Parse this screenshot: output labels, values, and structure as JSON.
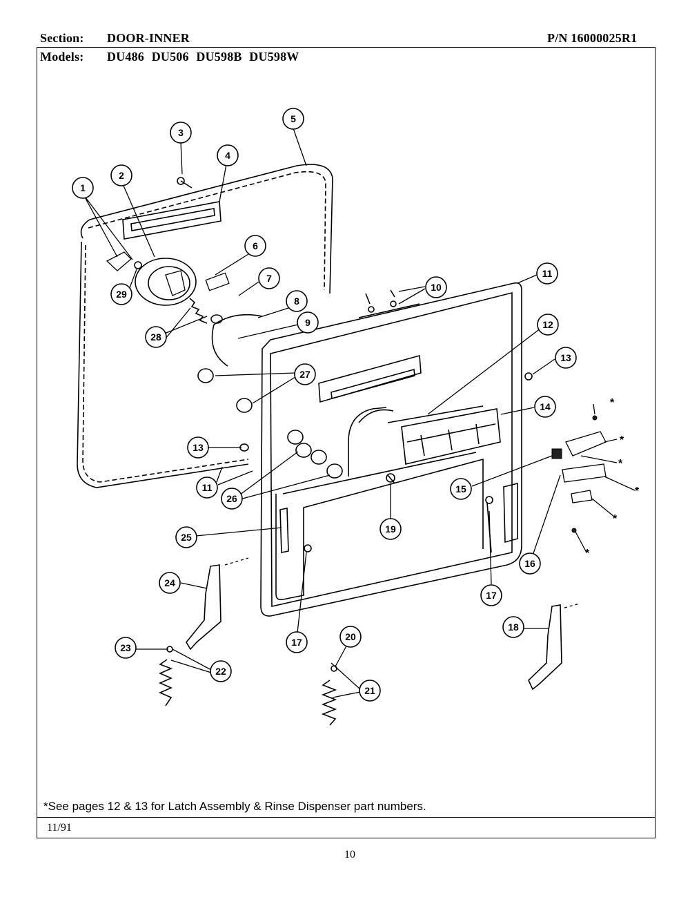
{
  "header": {
    "section_label": "Section:",
    "section_value": "DOOR-INNER",
    "part_number": "P/N 16000025R1",
    "models_label": "Models:",
    "models_value": "DU486 DU506 DU598B DU598W"
  },
  "callouts": [
    "1",
    "2",
    "3",
    "4",
    "5",
    "6",
    "7",
    "8",
    "9",
    "10",
    "11",
    "11",
    "12",
    "13",
    "13",
    "14",
    "15",
    "16",
    "17",
    "17",
    "18",
    "19",
    "20",
    "21",
    "22",
    "23",
    "24",
    "25",
    "26",
    "27",
    "28",
    "29"
  ],
  "asterisk": "*",
  "footnote": "*See pages 12 & 13 for Latch Assembly & Rinse Dispenser part numbers.",
  "date": "11/91",
  "page_number": "10"
}
